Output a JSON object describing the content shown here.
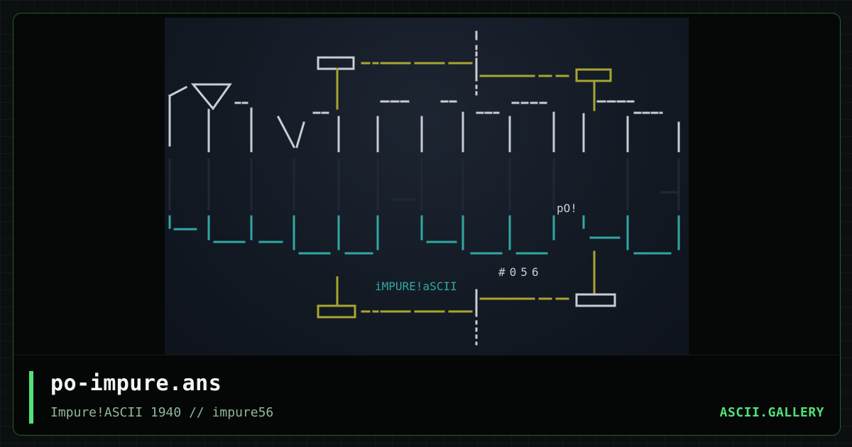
{
  "card": {
    "title": "po-impure.ans",
    "subtitle": "Impure!ASCII 1940 // impure56",
    "brand": "ASCII.GALLERY"
  },
  "artwork": {
    "tag_po": "pO!",
    "tag_group": "iMPURE!aSCII",
    "tag_number": "#056"
  },
  "colors": {
    "accent": "#55e07a",
    "frame_border": "#2c5a34",
    "art_white": "#c9ccd2",
    "art_teal": "#2fa8a4",
    "art_yellow": "#a8a531"
  }
}
